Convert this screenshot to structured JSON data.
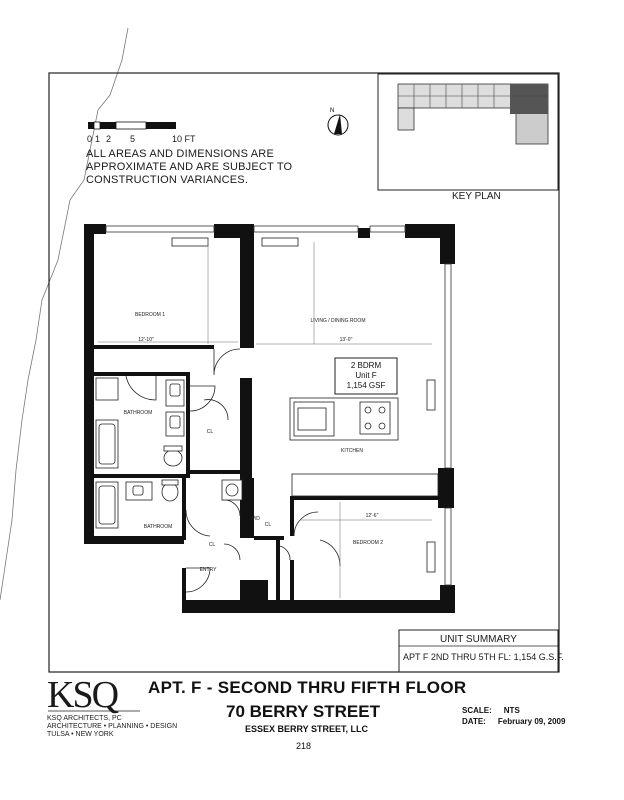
{
  "notes": {
    "scale_ticks": [
      "0",
      "1",
      "2",
      "5",
      "10 FT"
    ],
    "lines": [
      "ALL AREAS AND DIMENSIONS ARE",
      "APPROXIMATE AND ARE SUBJECT TO",
      "CONSTRUCTION VARIANCES."
    ]
  },
  "north_label": "N",
  "key_plan": {
    "label": "KEY PLAN"
  },
  "rooms": {
    "bedroom1": "BEDROOM 1",
    "living": "LIVING / DINING ROOM",
    "bath1": "BATHROOM",
    "cl1": "CL",
    "kitchen": "KITCHEN",
    "bath2": "BATHROOM",
    "wd": "W/D",
    "cl2": "CL",
    "cl3": "CL",
    "entry": "ENTRY",
    "bedroom2": "BEDROOM 2",
    "bedroom1_dim": "12'-10\"",
    "living_dim": "13'-0\"",
    "bedroom2_dim": "12'-6\""
  },
  "unit_box": {
    "line1": "2 BDRM",
    "line2": "Unit F",
    "line3": "1,154 GSF"
  },
  "unit_summary": {
    "title": "UNIT SUMMARY",
    "row": "APT F 2ND THRU 5TH FL: 1,154 G.S.F."
  },
  "firm": {
    "logo": "KSQ",
    "line1": "KSQ ARCHITECTS, PC",
    "line2": "ARCHITECTURE • PLANNING • DESIGN",
    "line3": "TULSA • NEW YORK"
  },
  "title": {
    "line1": "APT. F - SECOND THRU FIFTH FLOOR",
    "line2": "70 BERRY STREET",
    "line3": "ESSEX BERRY STREET, LLC"
  },
  "meta": {
    "scale_label": "SCALE:",
    "scale_value": "NTS",
    "date_label": "DATE:",
    "date_value": "February 09, 2009"
  },
  "page_number": "218"
}
